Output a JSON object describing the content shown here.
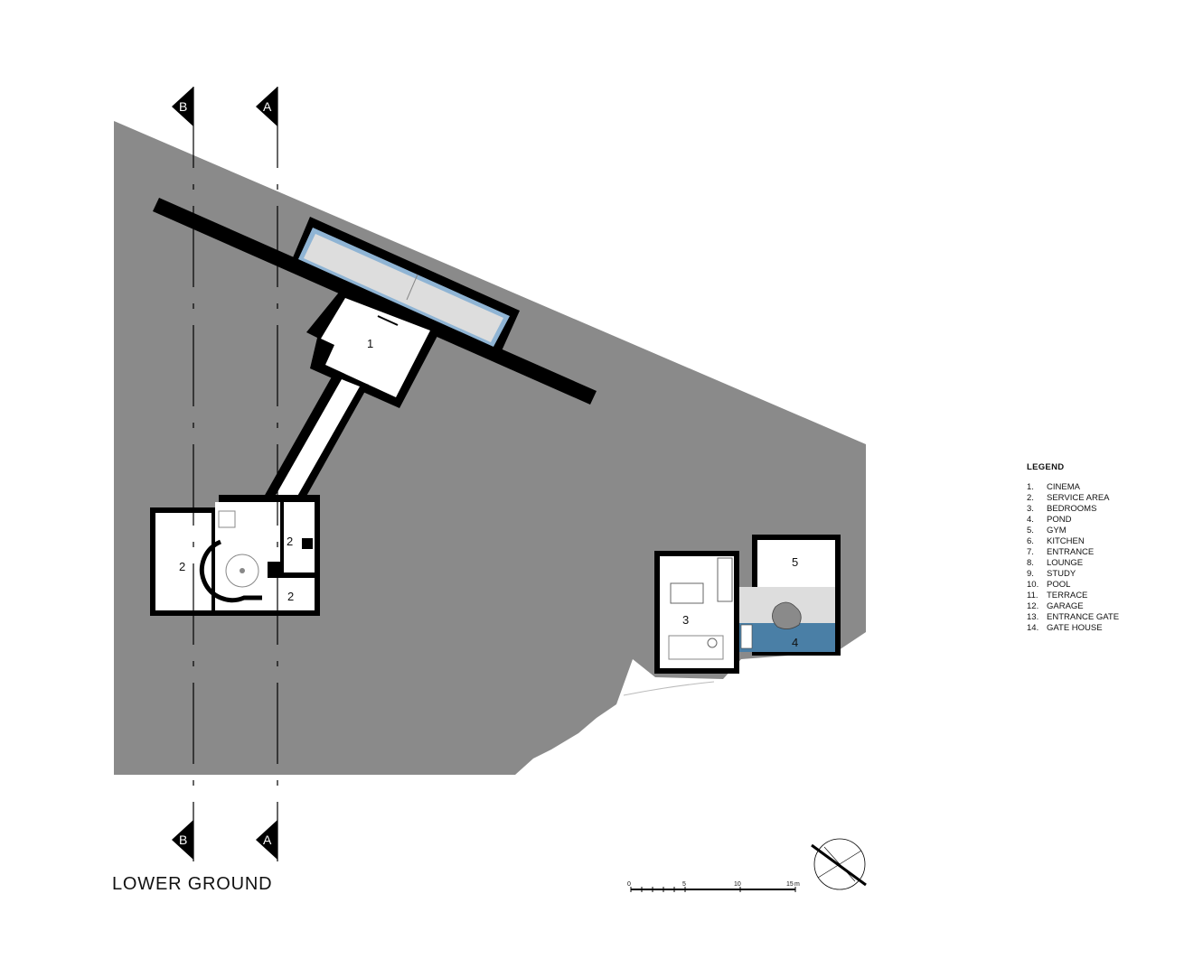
{
  "title": "LOWER GROUND",
  "legend": {
    "heading": "LEGEND",
    "items": [
      {
        "num": "1.",
        "name": "CINEMA"
      },
      {
        "num": "2.",
        "name": "SERVICE AREA"
      },
      {
        "num": "3.",
        "name": "BEDROOMS"
      },
      {
        "num": "4.",
        "name": "POND"
      },
      {
        "num": "5.",
        "name": "GYM"
      },
      {
        "num": "6.",
        "name": "KITCHEN"
      },
      {
        "num": "7.",
        "name": "ENTRANCE"
      },
      {
        "num": "8.",
        "name": "LOUNGE"
      },
      {
        "num": "9.",
        "name": "STUDY"
      },
      {
        "num": "10.",
        "name": "POOL"
      },
      {
        "num": "11.",
        "name": "TERRACE"
      },
      {
        "num": "12.",
        "name": "GARAGE"
      },
      {
        "num": "13.",
        "name": "ENTRANCE GATE"
      },
      {
        "num": "14.",
        "name": "GATE HOUSE"
      }
    ]
  },
  "rooms": {
    "cinema": "1",
    "service_a": "2",
    "service_b": "2",
    "service_c": "2",
    "bedroom": "3",
    "pond": "4",
    "gym": "5"
  },
  "sections": {
    "b": "B",
    "a": "A"
  },
  "scale": {
    "t0": "0",
    "t5": "5",
    "t10": "10",
    "t15": "15",
    "unit": "m"
  },
  "colors": {
    "ground": "#8a8a8a",
    "wall": "#000000",
    "pond": "#4a7fa6",
    "pool_water": "#dddddd",
    "pool_edge": "#8fb4d4"
  },
  "icons": {
    "north": "north-arrow-icon",
    "section": "section-marker-icon"
  }
}
